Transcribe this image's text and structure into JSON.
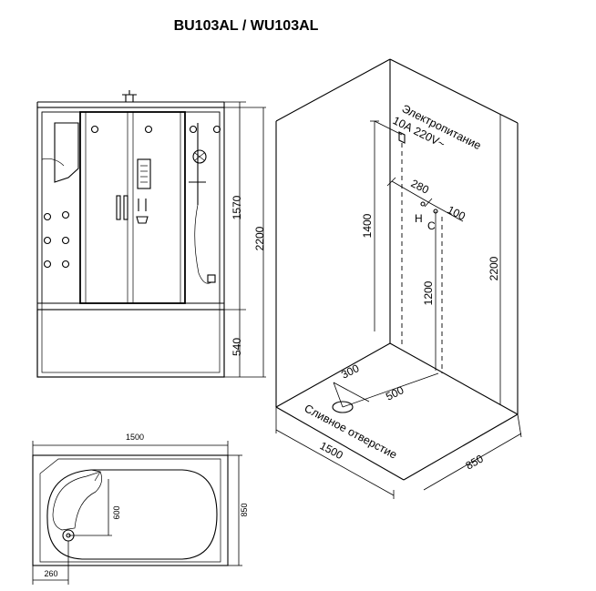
{
  "title": "BU103AL / WU103AL",
  "front_view": {
    "dim_total_height": "2200",
    "dim_panel_height": "1570",
    "dim_tray_height": "540"
  },
  "top_view": {
    "dim_width": "1500",
    "dim_depth": "850",
    "dim_drain_from_wall": "600",
    "dim_drain_from_side": "260"
  },
  "iso_view": {
    "power_label_line1": "Электропитание",
    "power_label_line2": "10А 220V~",
    "dim_power_height": "1400",
    "dim_wall_height": "2200",
    "dim_pipe_spacing": "280",
    "dim_pipe_offset": "100",
    "hot_label": "H",
    "cold_label": "C",
    "dim_pipe_height": "1200",
    "dim_drain_x": "300",
    "dim_drain_y": "500",
    "drain_label": "Сливное отверстие",
    "dim_floor_width": "1500",
    "dim_floor_depth": "850"
  }
}
